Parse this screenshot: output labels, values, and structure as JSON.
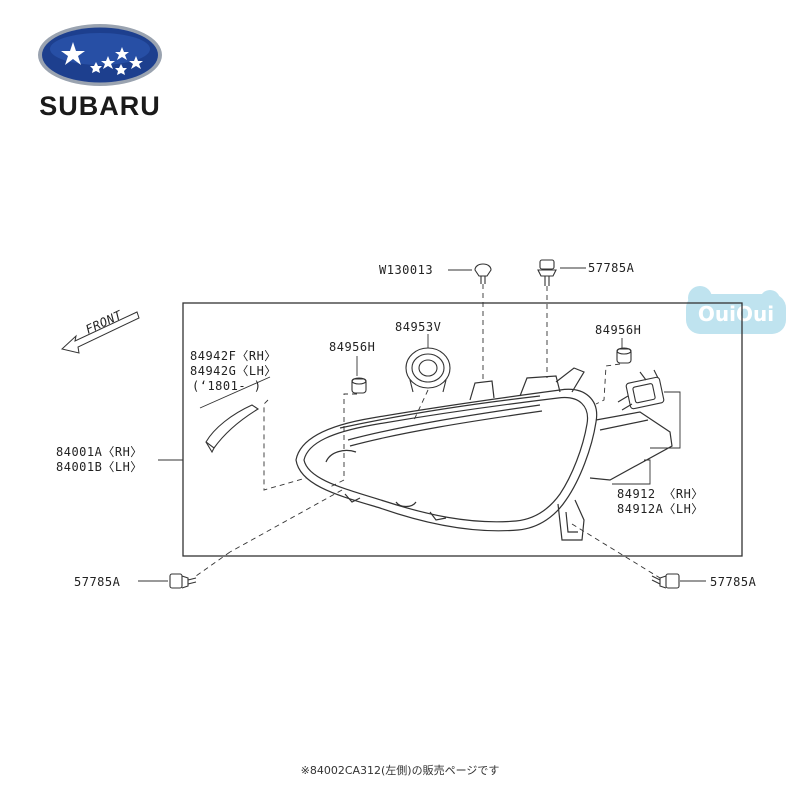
{
  "brand": {
    "name": "SUBARU"
  },
  "watermark": "OuiOui",
  "front_label": "FRONT",
  "labels": {
    "w130013": "W130013",
    "top_57785a": "57785A",
    "p84953v": "84953V",
    "p84956h_left": "84956H",
    "p84956h_right": "84956H",
    "p84942f": "84942F〈RH〉",
    "p84942g": "84942G〈LH〉",
    "date_note": "(‘1801-  )",
    "p84001a": "84001A〈RH〉",
    "p84001b": "84001B〈LH〉",
    "p84912": "84912  〈RH〉",
    "p84912a": "84912A〈LH〉",
    "bottom_left_57785a": "57785A",
    "bottom_right_57785a": "57785A"
  },
  "footnote": "※84002CA312(左側)の販売ページです",
  "colors": {
    "logo_blue": "#1d3f8e",
    "star": "#ffffff",
    "line": "#333333",
    "watermark": "#bfe3ef"
  },
  "icons": [
    "subaru-logo-icon",
    "front-arrow-icon",
    "bolt-icon",
    "clip-icon",
    "grommet-icon",
    "bulb-socket-icon"
  ]
}
